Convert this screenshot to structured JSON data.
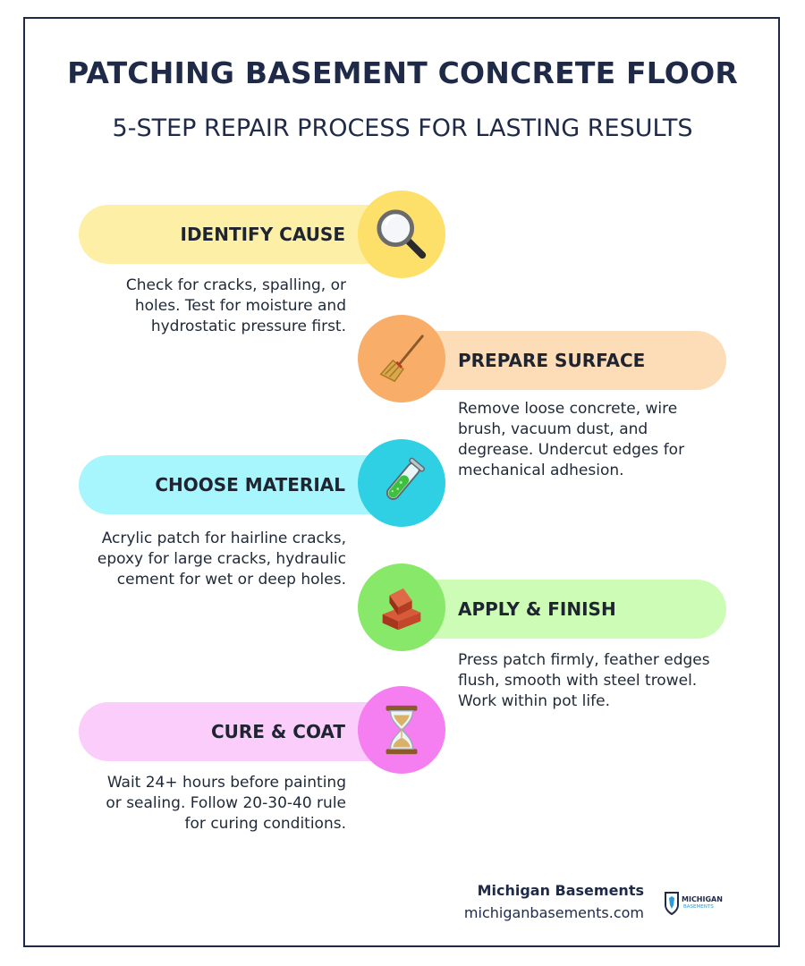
{
  "header": {
    "title": "PATCHING BASEMENT CONCRETE FLOOR",
    "subtitle": "5-STEP REPAIR PROCESS FOR LASTING RESULTS"
  },
  "steps": [
    {
      "label": "IDENTIFY CAUSE",
      "description": "Check for cracks, spalling, or holes. Test for moisture and hydrostatic pressure first.",
      "icon": "magnifying-glass-icon",
      "pill_color": "#fdf0a6",
      "circle_color": "#fde06a"
    },
    {
      "label": "PREPARE SURFACE",
      "description": "Remove loose concrete, wire brush, vacuum dust, and degrease. Undercut edges for mechanical adhesion.",
      "icon": "broom-icon",
      "pill_color": "#fddcb8",
      "circle_color": "#f8ad68"
    },
    {
      "label": "CHOOSE MATERIAL",
      "description": "Acrylic patch for hairline cracks, epoxy for large cracks, hydraulic cement for wet or deep holes.",
      "icon": "test-tube-icon",
      "pill_color": "#a8f6fd",
      "circle_color": "#2fd0e3"
    },
    {
      "label": "APPLY & FINISH",
      "description": "Press patch firmly, feather edges flush, smooth with steel trowel. Work within pot life.",
      "icon": "bricks-icon",
      "pill_color": "#cdfcb6",
      "circle_color": "#88e86a"
    },
    {
      "label": "CURE & COAT",
      "description": "Wait 24+ hours before painting or sealing. Follow 20-30-40 rule for curing conditions.",
      "icon": "hourglass-icon",
      "pill_color": "#fbcdfb",
      "circle_color": "#f57ff0"
    }
  ],
  "footer": {
    "company": "Michigan Basements",
    "url": "michiganbasements.com",
    "logo_text_line1": "MICHIGAN",
    "logo_text_line2": "BASEMENTS"
  },
  "colors": {
    "navy": "#1e2a47"
  }
}
